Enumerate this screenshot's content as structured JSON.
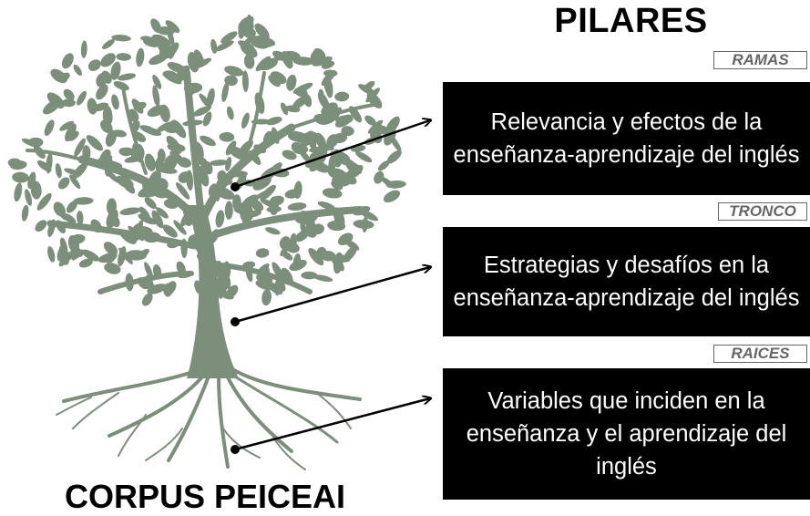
{
  "header": {
    "title": "PILARES"
  },
  "footer": {
    "caption": "CORPUS PEICEAI"
  },
  "pillars": [
    {
      "tag": "RAMAS",
      "text": "Relevancia y efectos de la enseñanza-aprendizaje del inglés"
    },
    {
      "tag": "TRONCO",
      "text": "Estrategias y desafíos en la enseñanza-aprendizaje del inglés"
    },
    {
      "tag": "RAICES",
      "text": "Variables que inciden en la enseñanza y el aprendizaje del inglés"
    }
  ],
  "colors": {
    "tree": "#7c8f7b",
    "box": "#000000",
    "tag_border": "#666666"
  }
}
